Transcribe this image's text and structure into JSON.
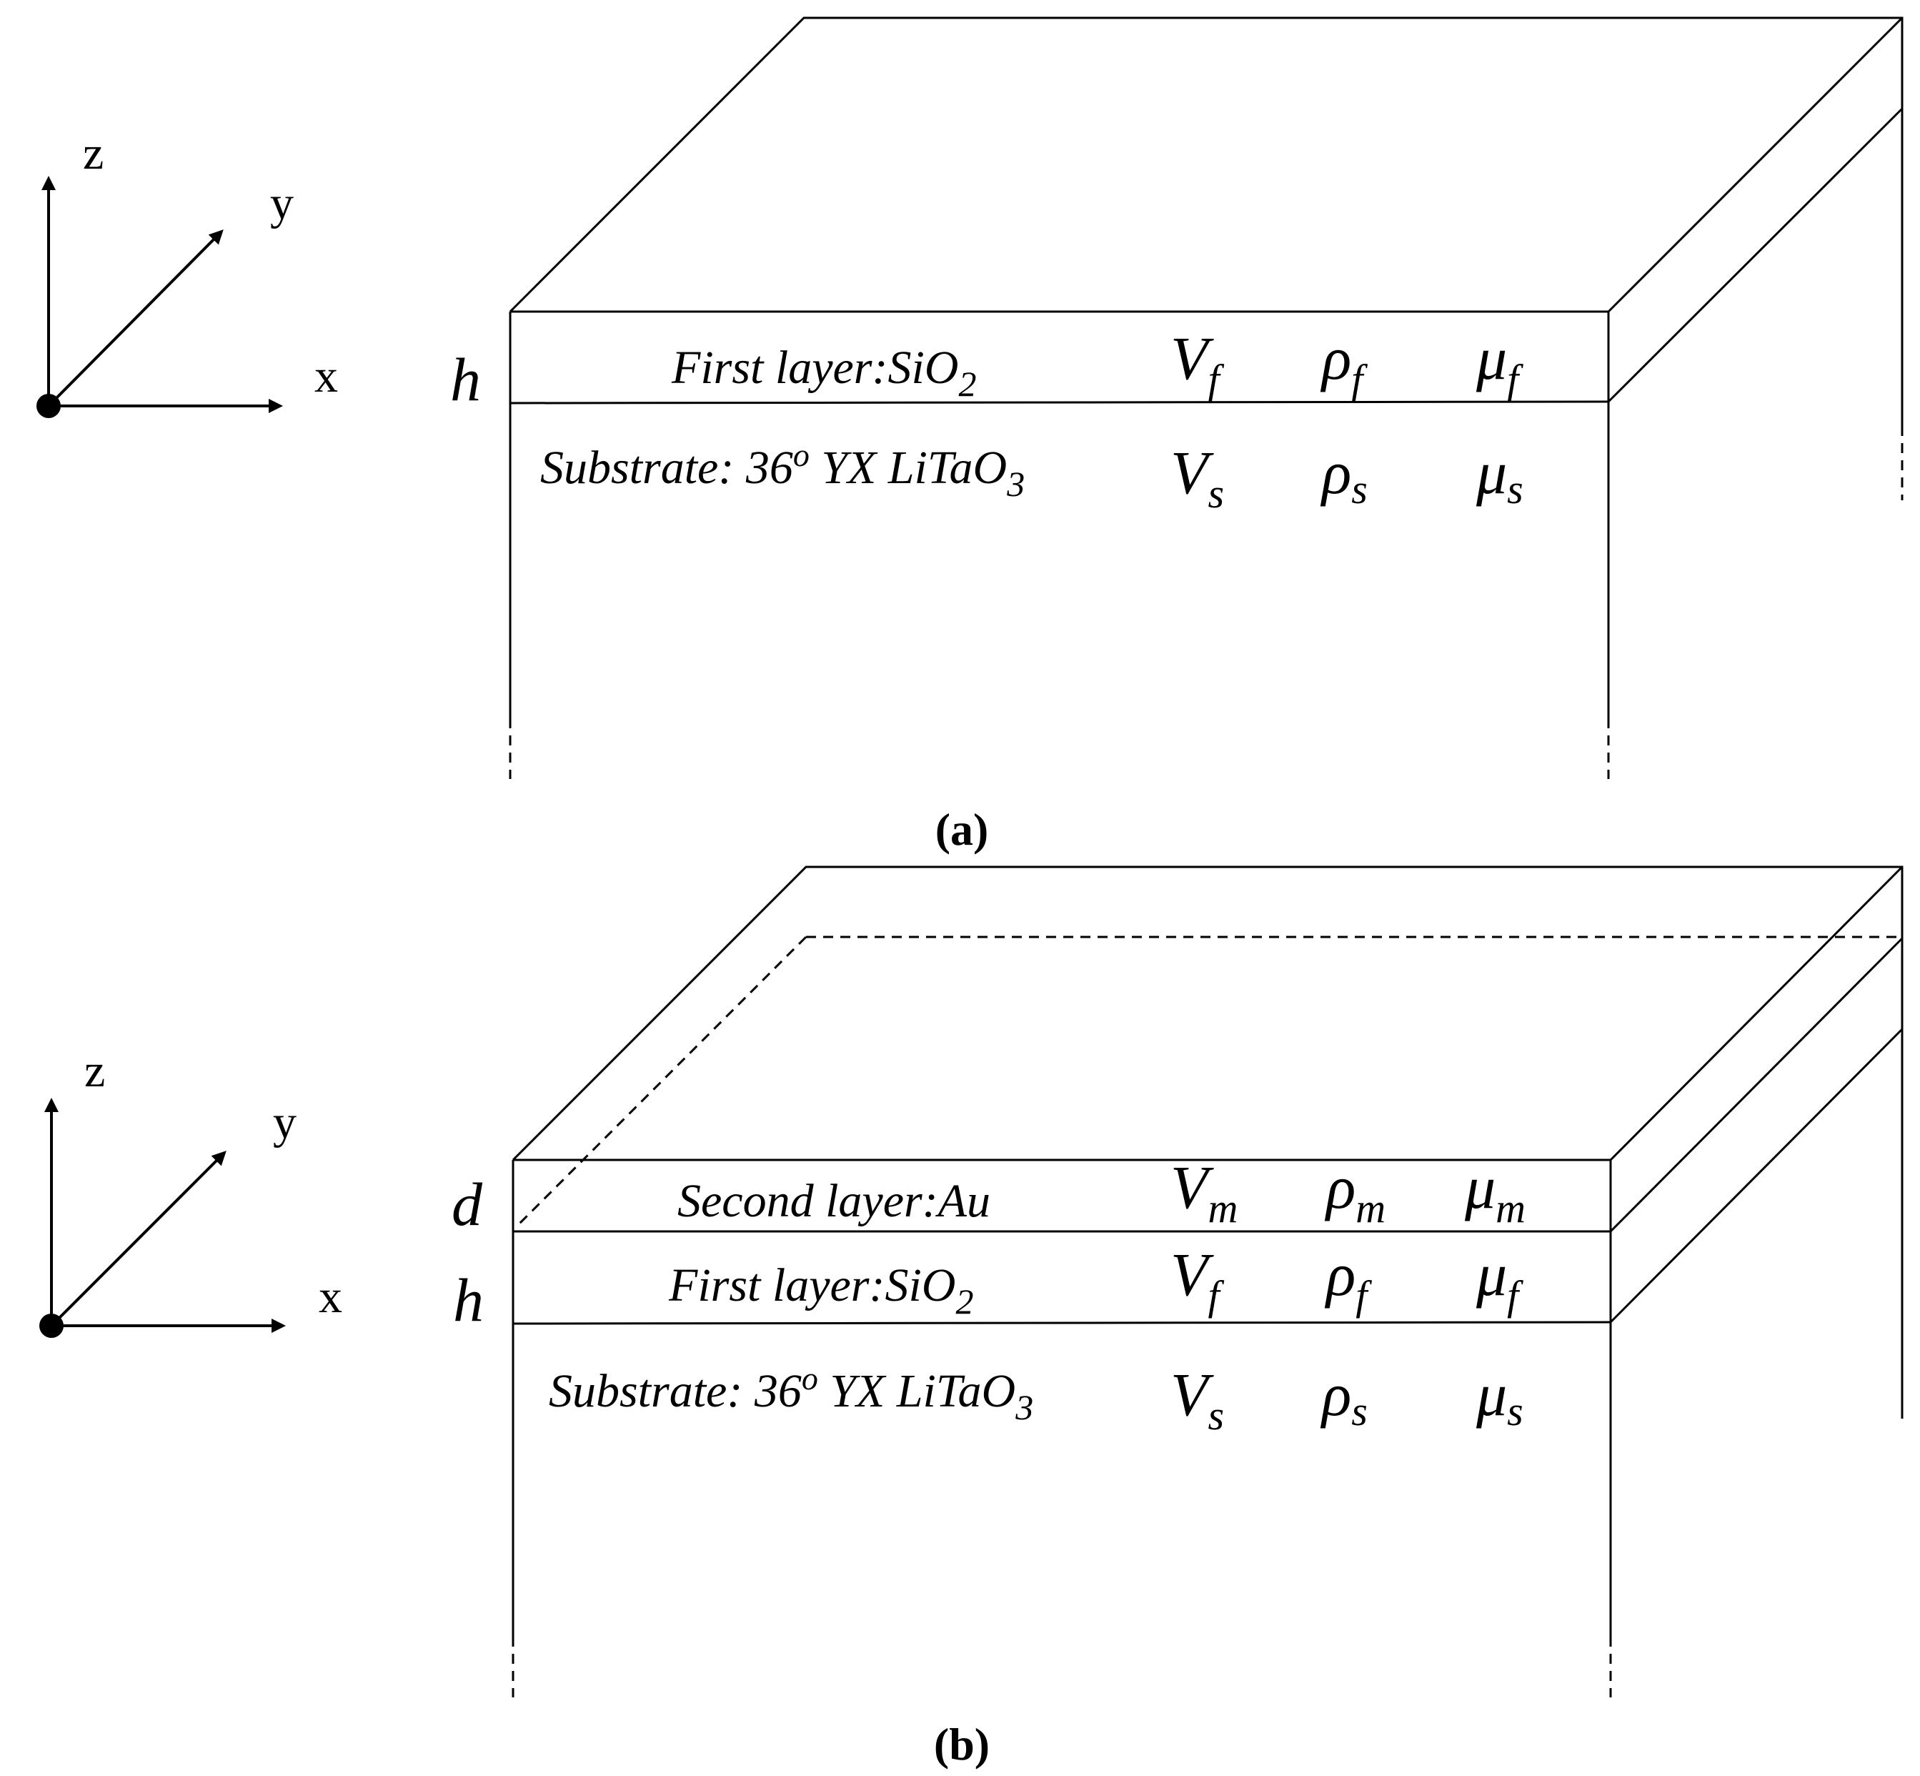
{
  "panel_a": {
    "caption": "(a)",
    "axes": {
      "z": "z",
      "y": "y",
      "x": "x"
    },
    "thickness_labels": {
      "h": "h"
    },
    "layers": [
      {
        "name": "first-layer",
        "label": "First layer:SiO",
        "sub": "2",
        "symbols": [
          {
            "base": "V",
            "sub": "f"
          },
          {
            "base": "ρ",
            "sub": "f"
          },
          {
            "base": "μ",
            "sub": "f"
          }
        ]
      },
      {
        "name": "substrate",
        "label": "Substrate: 36",
        "sup": "o",
        "label_rest": " YX LiTaO",
        "sub": "3",
        "symbols": [
          {
            "base": "V",
            "sub": "s"
          },
          {
            "base": "ρ",
            "sub": "s"
          },
          {
            "base": "μ",
            "sub": "s"
          }
        ]
      }
    ]
  },
  "panel_b": {
    "caption": "(b)",
    "axes": {
      "z": "z",
      "y": "y",
      "x": "x"
    },
    "thickness_labels": {
      "d": "d",
      "h": "h"
    },
    "layers": [
      {
        "name": "second-layer",
        "label": "Second layer:Au",
        "symbols": [
          {
            "base": "V",
            "sub": "m"
          },
          {
            "base": "ρ",
            "sub": "m"
          },
          {
            "base": "μ",
            "sub": "m"
          }
        ]
      },
      {
        "name": "first-layer",
        "label": "First layer:SiO",
        "sub": "2",
        "symbols": [
          {
            "base": "V",
            "sub": "f"
          },
          {
            "base": "ρ",
            "sub": "f"
          },
          {
            "base": "μ",
            "sub": "f"
          }
        ]
      },
      {
        "name": "substrate",
        "label": "Substrate: 36",
        "sup": "o",
        "label_rest": " YX LiTaO",
        "sub": "3",
        "symbols": [
          {
            "base": "V",
            "sub": "s"
          },
          {
            "base": "ρ",
            "sub": "s"
          },
          {
            "base": "μ",
            "sub": "s"
          }
        ]
      }
    ]
  }
}
